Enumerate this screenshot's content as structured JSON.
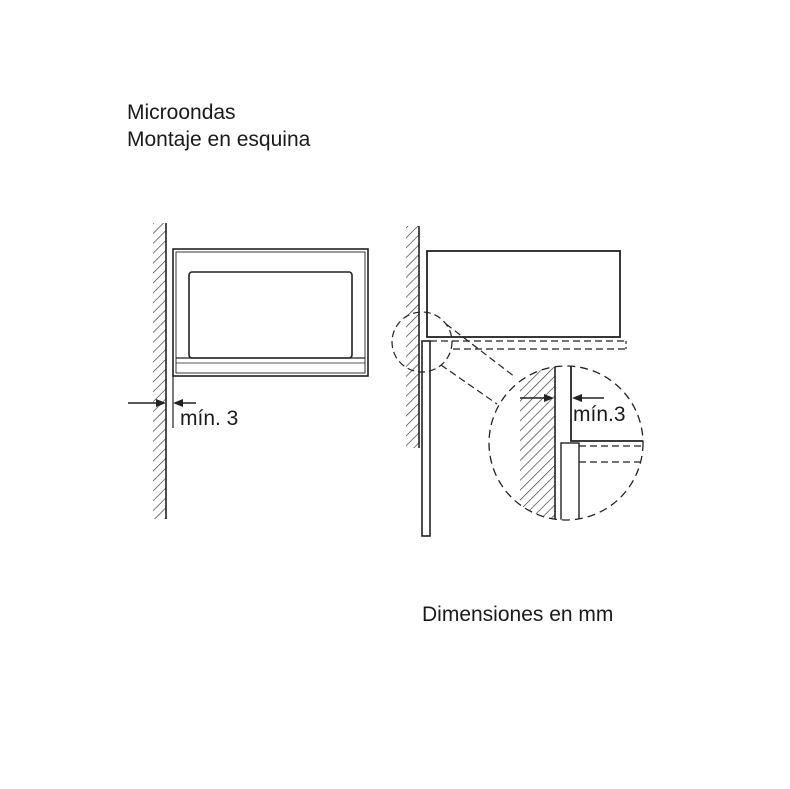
{
  "title": {
    "line1": "Microondas",
    "line2": "Montaje en esquina"
  },
  "left_view": {
    "clearance_label": "mín. 3"
  },
  "right_view": {
    "detail_clearance_label": "mín.3"
  },
  "footer": {
    "units_note": "Dimensiones en mm"
  }
}
